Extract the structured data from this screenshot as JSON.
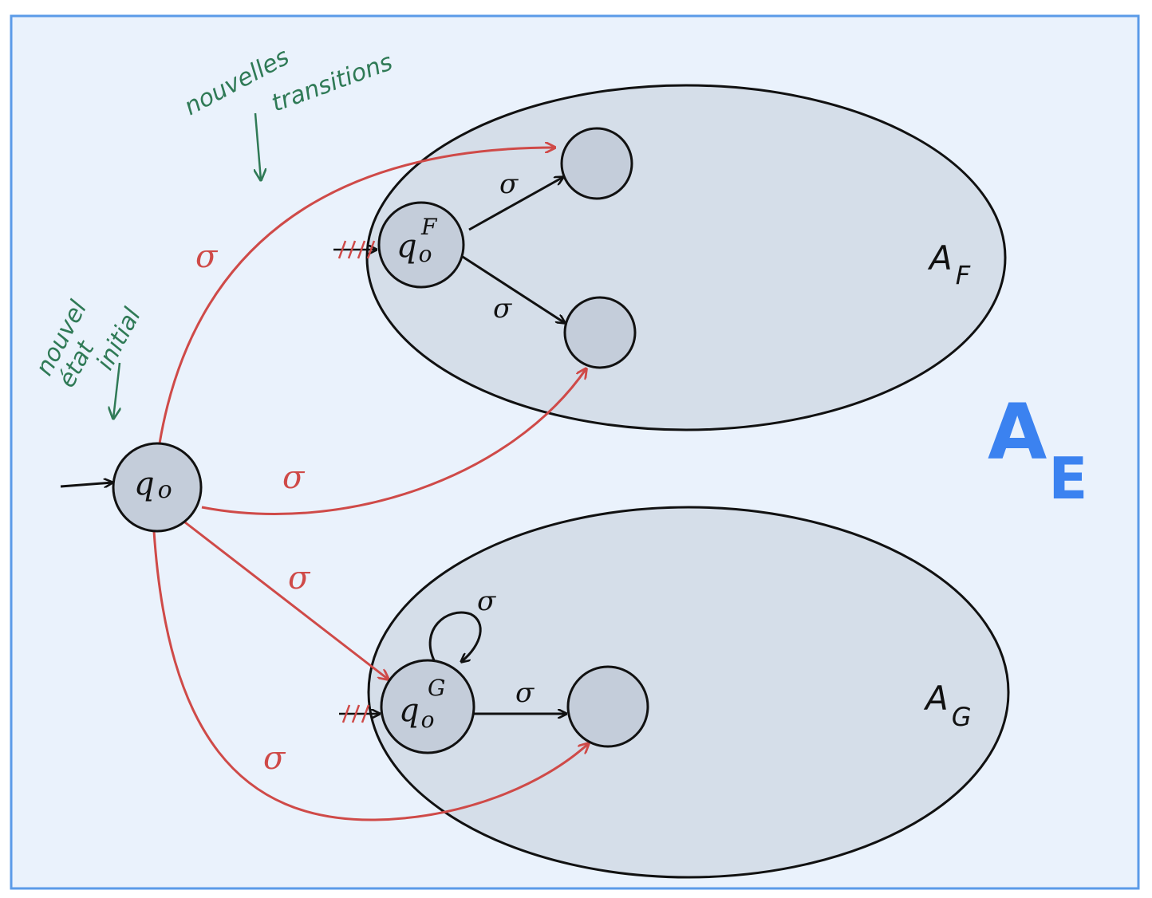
{
  "colors": {
    "background": "#eaf2fc",
    "frame": "#5b9be8",
    "ellipse_fill": "#d5dee9",
    "state_fill": "#c4cdda",
    "black_edge": "#111111",
    "red_edge": "#cf4a48",
    "note_green": "#2f7a56",
    "big_label_blue": "#3b82f0"
  },
  "automata": {
    "AF": {
      "base": "A",
      "sub": "F"
    },
    "AG": {
      "base": "A",
      "sub": "G"
    },
    "AE": {
      "base": "A",
      "sub": "E"
    }
  },
  "states": {
    "q0": {
      "base": "q",
      "sub": "o"
    },
    "q0F": {
      "base": "q",
      "sub": "o",
      "sup": "F"
    },
    "q0G": {
      "base": "q",
      "sub": "o",
      "sup": "G"
    }
  },
  "symbols": {
    "sigma": "σ"
  },
  "notes": {
    "new_initial": [
      "nouvel",
      "état",
      "initial"
    ],
    "new_transitions": [
      "nouvelles",
      "transitions"
    ]
  }
}
